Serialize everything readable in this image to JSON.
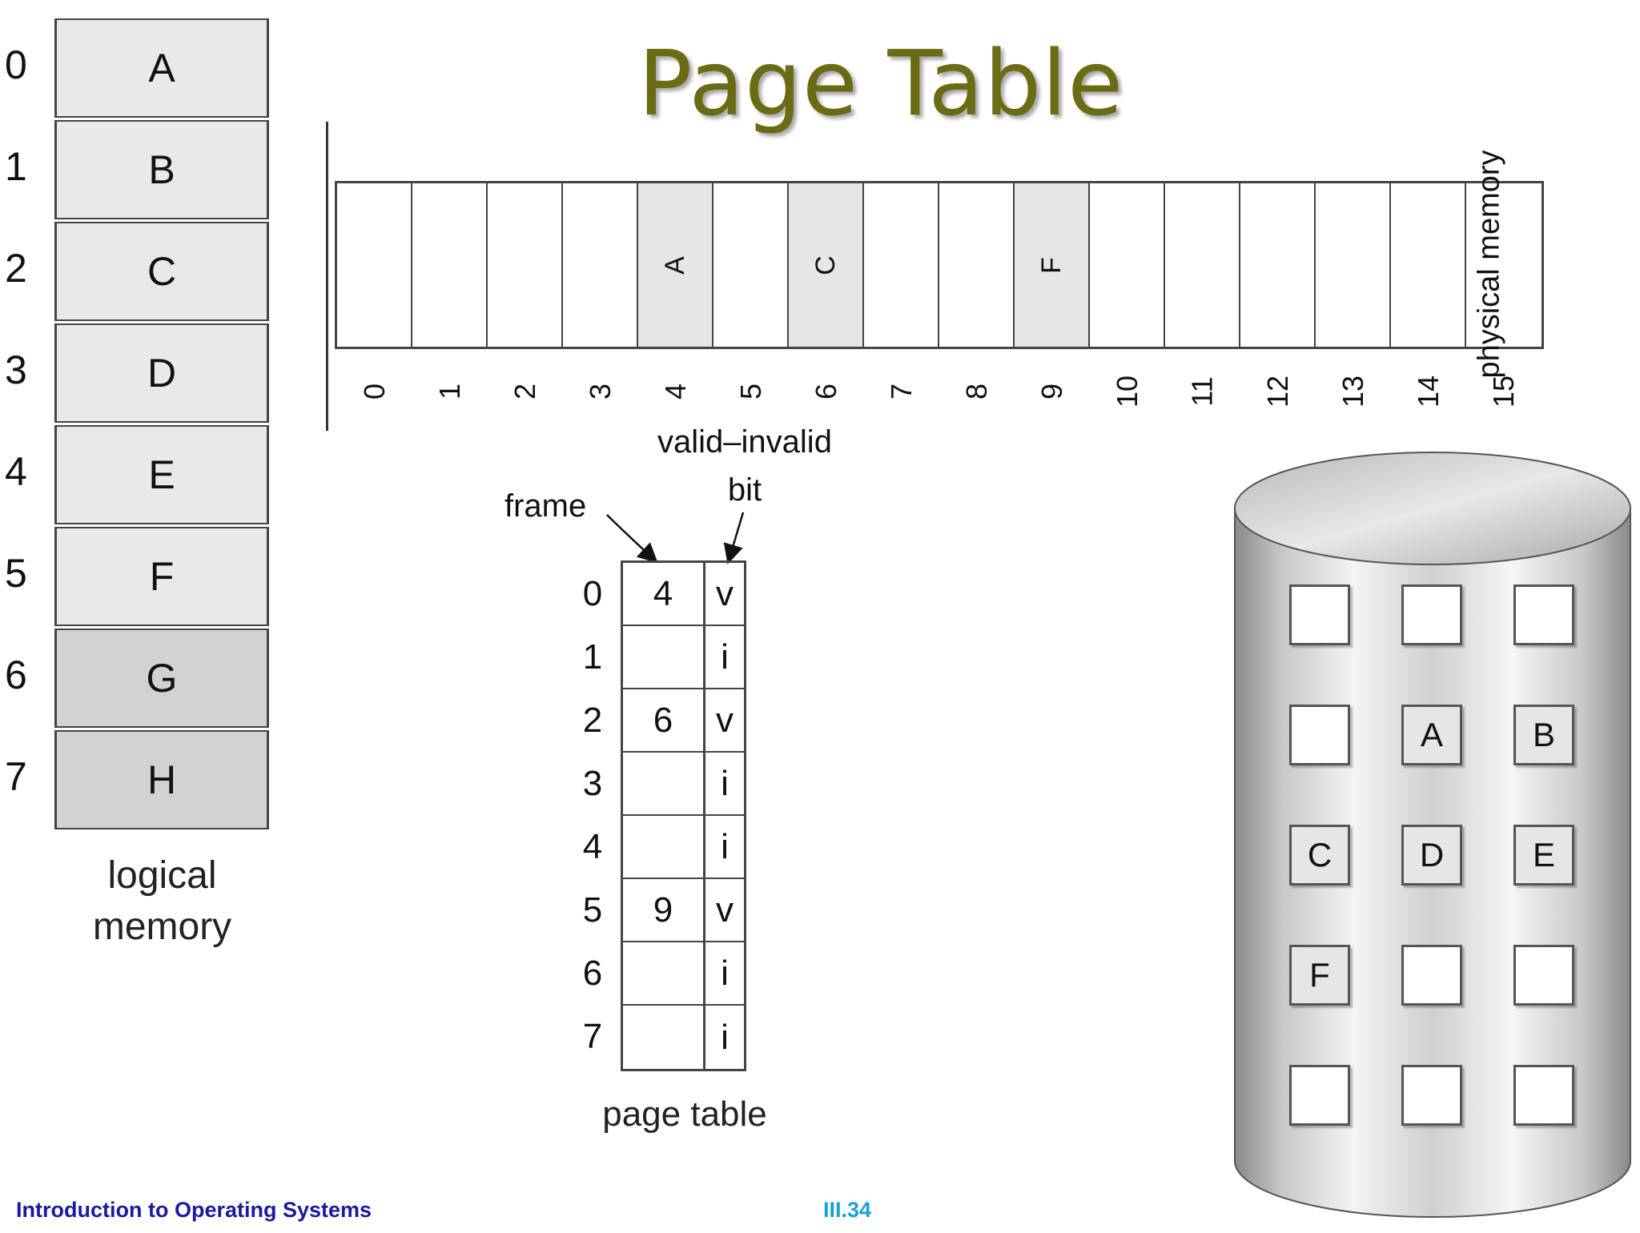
{
  "title": "Page Table",
  "logical_memory": {
    "caption_line1": "logical",
    "caption_line2": "memory",
    "pages": [
      {
        "index": "0",
        "label": "A",
        "shade": "#e9e9e9"
      },
      {
        "index": "1",
        "label": "B",
        "shade": "#e9e9e9"
      },
      {
        "index": "2",
        "label": "C",
        "shade": "#e9e9e9"
      },
      {
        "index": "3",
        "label": "D",
        "shade": "#e9e9e9"
      },
      {
        "index": "4",
        "label": "E",
        "shade": "#e9e9e9"
      },
      {
        "index": "5",
        "label": "F",
        "shade": "#e9e9e9"
      },
      {
        "index": "6",
        "label": "G",
        "shade": "#d2d2d2"
      },
      {
        "index": "7",
        "label": "H",
        "shade": "#d2d2d2"
      }
    ]
  },
  "physical_memory": {
    "label": "physical memory",
    "frames": [
      {
        "index": "0",
        "label": ""
      },
      {
        "index": "1",
        "label": ""
      },
      {
        "index": "2",
        "label": ""
      },
      {
        "index": "3",
        "label": ""
      },
      {
        "index": "4",
        "label": "A"
      },
      {
        "index": "5",
        "label": ""
      },
      {
        "index": "6",
        "label": "C"
      },
      {
        "index": "7",
        "label": ""
      },
      {
        "index": "8",
        "label": ""
      },
      {
        "index": "9",
        "label": "F"
      },
      {
        "index": "10",
        "label": ""
      },
      {
        "index": "11",
        "label": ""
      },
      {
        "index": "12",
        "label": ""
      },
      {
        "index": "13",
        "label": ""
      },
      {
        "index": "14",
        "label": ""
      },
      {
        "index": "15",
        "label": ""
      }
    ]
  },
  "page_table": {
    "caption": "page table",
    "frame_label": "frame",
    "valid_invalid_label": "valid–invalid",
    "bit_label": "bit",
    "rows": [
      {
        "index": "0",
        "frame": "4",
        "bit": "v"
      },
      {
        "index": "1",
        "frame": "",
        "bit": "i"
      },
      {
        "index": "2",
        "frame": "6",
        "bit": "v"
      },
      {
        "index": "3",
        "frame": "",
        "bit": "i"
      },
      {
        "index": "4",
        "frame": "",
        "bit": "i"
      },
      {
        "index": "5",
        "frame": "9",
        "bit": "v"
      },
      {
        "index": "6",
        "frame": "",
        "bit": "i"
      },
      {
        "index": "7",
        "frame": "",
        "bit": "i"
      }
    ]
  },
  "disk": {
    "blocks": [
      "",
      "",
      "",
      "",
      "A",
      "B",
      "C",
      "D",
      "E",
      "F",
      "",
      "",
      "",
      "",
      ""
    ]
  },
  "footer": {
    "course": "Introduction to Operating Systems",
    "slide_number": "III.34"
  },
  "colors": {
    "title": "#6b6b14",
    "footer_left": "#1a1aa0",
    "footer_mid": "#19a0d8",
    "filled_frame": "#e6e6e6"
  }
}
